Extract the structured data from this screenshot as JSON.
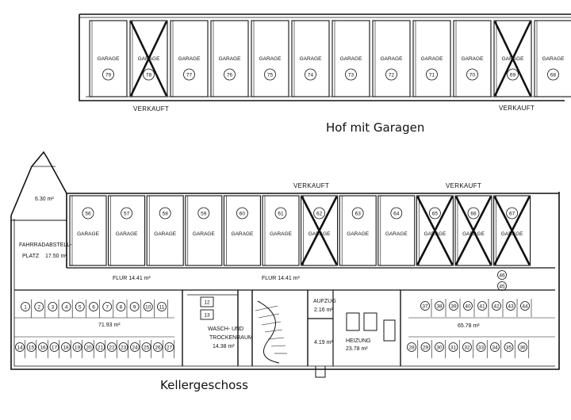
{
  "titles": {
    "courtyard": "Hof mit Garagen",
    "basement": "Kellergeschoss"
  },
  "courtyard_garages": {
    "label": "GARAGE",
    "numbers": [
      "79",
      "78",
      "77",
      "76",
      "75",
      "74",
      "73",
      "72",
      "71",
      "70",
      "69",
      "68"
    ],
    "sold_numbers": [
      "78",
      "69"
    ],
    "sold_label": "VERKAUFT"
  },
  "basement_garages": {
    "label": "GARAGE",
    "numbers": [
      "56",
      "57",
      "58",
      "59",
      "60",
      "61",
      "62",
      "63",
      "64",
      "65",
      "66",
      "67"
    ],
    "sold_numbers": [
      "62",
      "65",
      "66",
      "67"
    ],
    "sold_label": "VERKAUFT"
  },
  "rooms": {
    "room_area": "6.30 m²",
    "bike_1": "FAHRRADABSTELL-",
    "bike_2": "PLATZ",
    "bike_area": "17.50 m²",
    "flur1": "FLUR  14.41 m²",
    "flur2": "FLUR  14.41 m²",
    "cellar_left_area": "71.93 m²",
    "cellar_right_area": "65.78 m²",
    "wash_1": "WASCH- UND",
    "wash_2": "TROCKENRAUM",
    "wash_area": "14.38 m²",
    "lift_1": "AUFZUG",
    "lift_area": "2.16 m²",
    "small_area": "4.19 m²",
    "heat_1": "HEIZUNG",
    "heat_area": "23.78 m²"
  },
  "cellars": {
    "left_top": [
      "1",
      "2",
      "3",
      "4",
      "5",
      "6",
      "7",
      "8",
      "9",
      "10",
      "11"
    ],
    "left_bottom": [
      "14",
      "15",
      "16",
      "17",
      "18",
      "19",
      "20",
      "21",
      "22",
      "23",
      "24",
      "25",
      "26",
      "27"
    ],
    "mid": [
      "12",
      "13"
    ],
    "right_top": [
      "37",
      "38",
      "39",
      "40",
      "41",
      "42",
      "43",
      "44"
    ],
    "right_bottom": [
      "28",
      "29",
      "30",
      "31",
      "32",
      "33",
      "34",
      "35",
      "36"
    ],
    "right_extra": [
      "46",
      "45"
    ]
  }
}
